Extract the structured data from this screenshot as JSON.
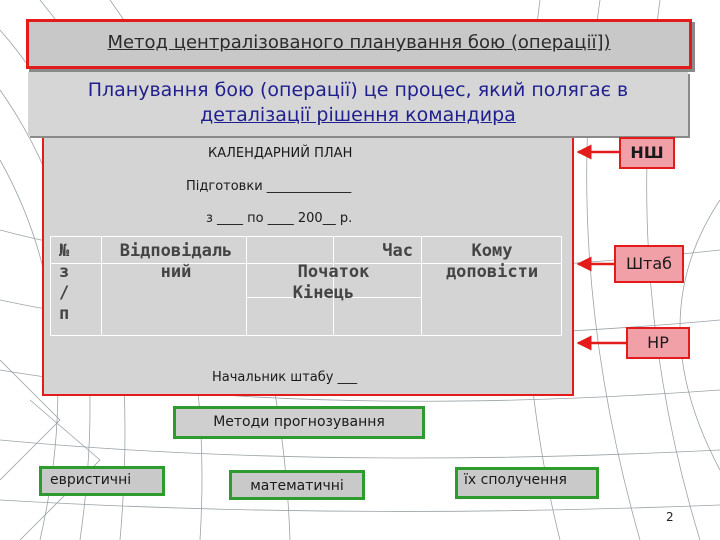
{
  "title": "Метод централізованого  планування бою (операції])",
  "definition": {
    "line1": "Планування бою (операції) це процес, який полягає в",
    "line2": "деталізації рішення командира"
  },
  "plan": {
    "title": "КАЛЕНДАРНИЙ ПЛАН",
    "preparation": "Підготовки _____________",
    "dates": "з ____ по ____ 200__ р.",
    "table": {
      "col_no": [
        "№",
        "з",
        "/",
        "п"
      ],
      "col_responsible": [
        "Відповідаль",
        "ний"
      ],
      "col_time": [
        "Час",
        "Початок",
        "Кінець"
      ],
      "col_report": [
        "Кому",
        "доповісти"
      ]
    },
    "chief": "Начальник штабу ___"
  },
  "side_boxes": {
    "nsh": "НШ",
    "shtab": "Штаб",
    "nr": "НР"
  },
  "methods": {
    "title": "Методи прогнозування",
    "heuristic": "евристичні",
    "mathematical": "математичні",
    "combination": "їх сполучення"
  },
  "page_number": "2",
  "colors": {
    "accent_red": "#e31b1b",
    "side_box_fill": "#f2a0a8",
    "green_border": "#2e9b2e",
    "definition_text": "#1f1f8f"
  }
}
